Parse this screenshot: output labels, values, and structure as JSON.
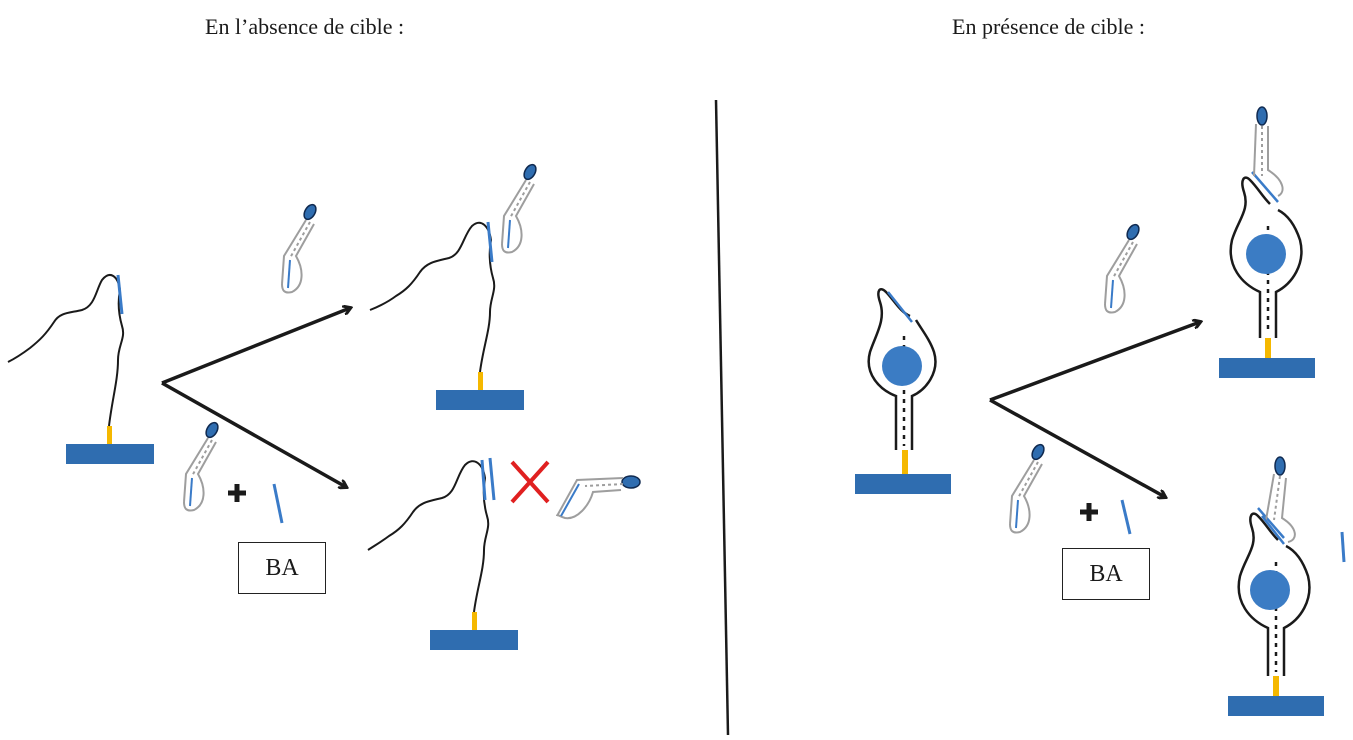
{
  "headings": {
    "left": "En l’absence de cible :",
    "right": "En présence de cible :"
  },
  "labels": {
    "ba_left": "BA",
    "ba_right": "BA"
  },
  "colors": {
    "surface": "#2f6db0",
    "anchor": "#f5b800",
    "strand": "#1a1a1a",
    "probe": "#9e9e9e",
    "label_blue": "#3a7bc8",
    "target": "#3b7cc4",
    "reject": "#e02020"
  },
  "icons": [
    "arrow-icon",
    "plus-icon",
    "reject-cross-icon"
  ]
}
